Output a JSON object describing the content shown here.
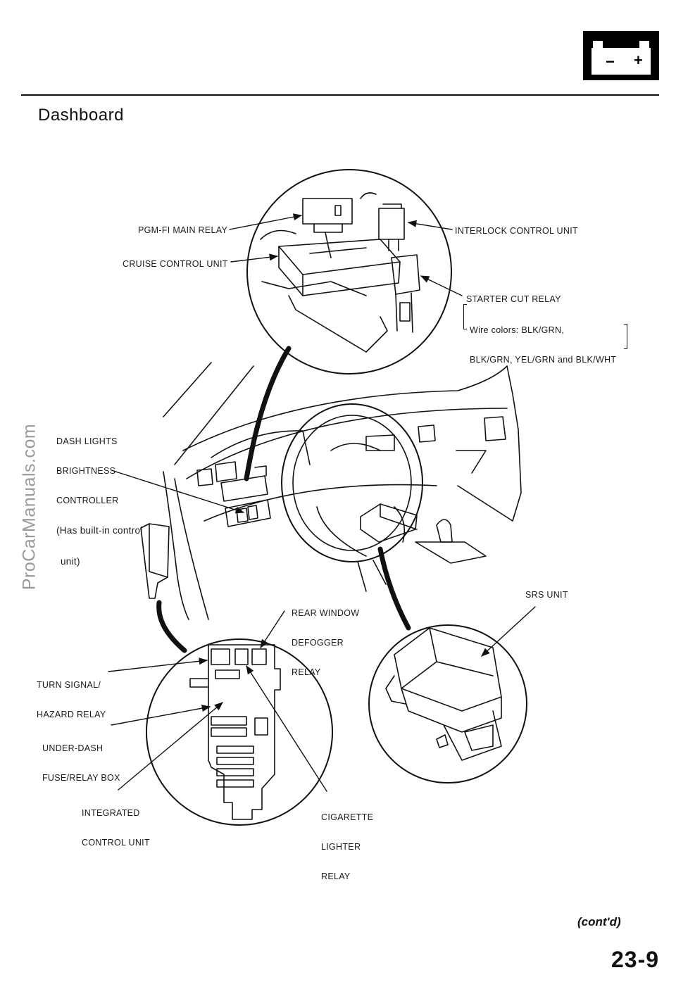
{
  "header": {
    "battery_minus": "−",
    "battery_plus": "+",
    "battery_icon": "battery-icon"
  },
  "title": "Dashboard",
  "watermark": "ProCarManuals.com",
  "labels": {
    "pgm_fi": "PGM-FI MAIN RELAY",
    "cruise": "CRUISE CONTROL UNIT",
    "interlock": "INTERLOCK CONTROL UNIT",
    "starter_cut": "STARTER CUT RELAY",
    "wire_colors_1": "Wire colors: BLK/GRN,",
    "wire_colors_2": "BLK/GRN, YEL/GRN and BLK/WHT",
    "dash_lights_1": "DASH LIGHTS",
    "dash_lights_2": "BRIGHTNESS",
    "dash_lights_3": "CONTROLLER",
    "dash_lights_4": "(Has built-in control",
    "dash_lights_5": "unit)",
    "rear_window_1": "REAR WINDOW",
    "rear_window_2": "DEFOGGER",
    "rear_window_3": "RELAY",
    "srs": "SRS UNIT",
    "turn_signal_1": "TURN SIGNAL/",
    "turn_signal_2": "HAZARD RELAY",
    "under_dash_1": "UNDER-DASH",
    "under_dash_2": "FUSE/RELAY BOX",
    "integrated_1": "INTEGRATED",
    "integrated_2": "CONTROL UNIT",
    "cigarette_1": "CIGARETTE",
    "cigarette_2": "LIGHTER",
    "cigarette_3": "RELAY"
  },
  "footer": {
    "contd": "(cont'd)",
    "page_number": "23-9"
  }
}
